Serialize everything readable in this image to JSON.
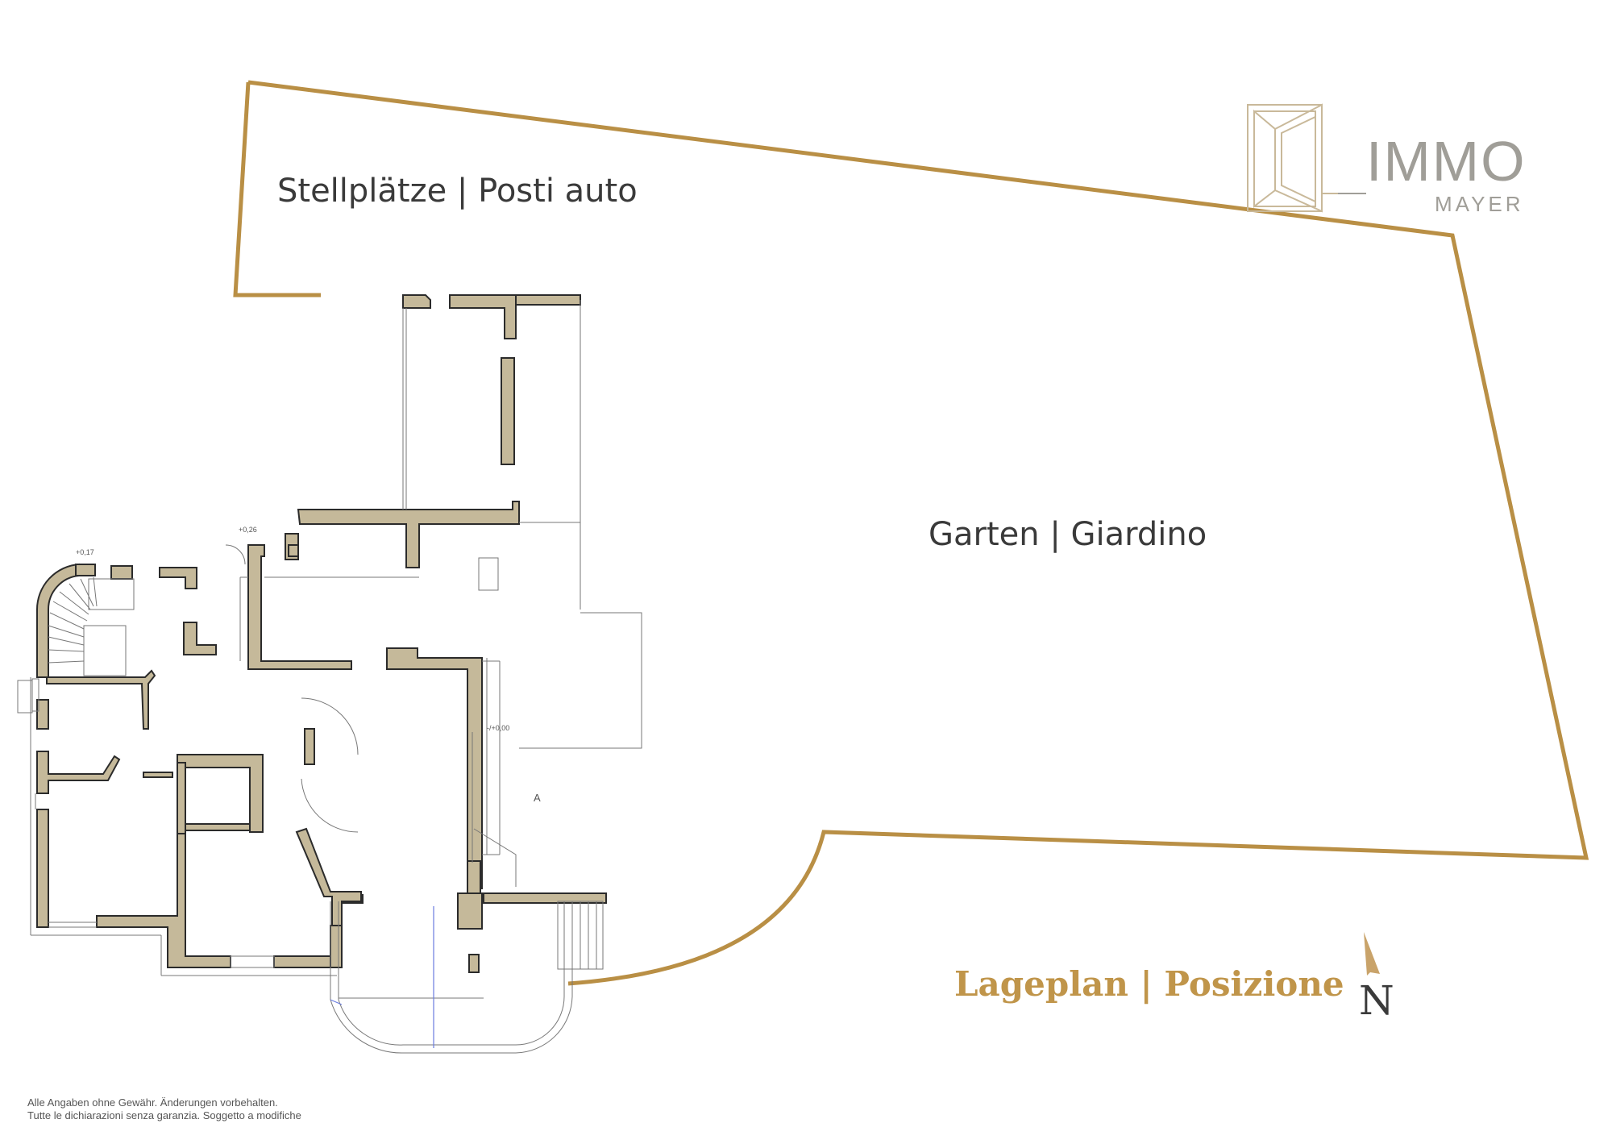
{
  "labels": {
    "parking": "Stellplätze | Posti auto",
    "garden": "Garten | Giardino",
    "title": "Lageplan | Posizione",
    "north": "N"
  },
  "logo": {
    "line1": "IMMO",
    "line2": "MAYER"
  },
  "disclaimer": {
    "line1": "Alle Angaben ohne Gewähr. Änderungen vorbehalten.",
    "line2": "Tutte le dichiarazioni senza garanzia. Soggetto a modifiche"
  },
  "plan_annotations": {
    "level_1": "+0,17",
    "level_2": "+0,26",
    "level_3": "-/+0,00",
    "section_marker": "A"
  },
  "colors": {
    "boundary": "#b98f45",
    "wall_fill": "#c5b99a",
    "wall_stroke": "#2b2b2b",
    "text_dark": "#3a3a3a",
    "gold_text": "#c0954a",
    "logo_gray": "#a09e98"
  }
}
